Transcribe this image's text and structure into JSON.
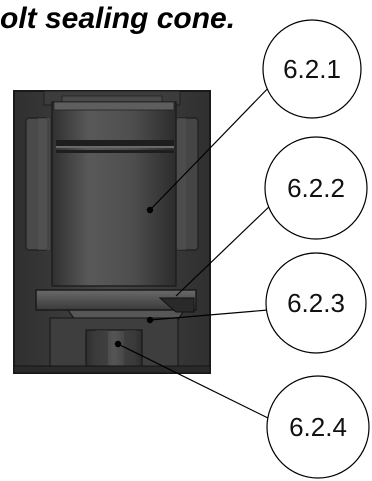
{
  "caption": "olt sealing cone.",
  "callouts": [
    {
      "id": "6.2.1",
      "label": "6.2.1"
    },
    {
      "id": "6.2.2",
      "label": "6.2.2"
    },
    {
      "id": "6.2.3",
      "label": "6.2.3"
    },
    {
      "id": "6.2.4",
      "label": "6.2.4"
    }
  ],
  "colors": {
    "body_dark": "#3a3a3a",
    "body_mid": "#4a4a4a",
    "body_light": "#5c5c5c",
    "edge": "#1c1c1c"
  }
}
